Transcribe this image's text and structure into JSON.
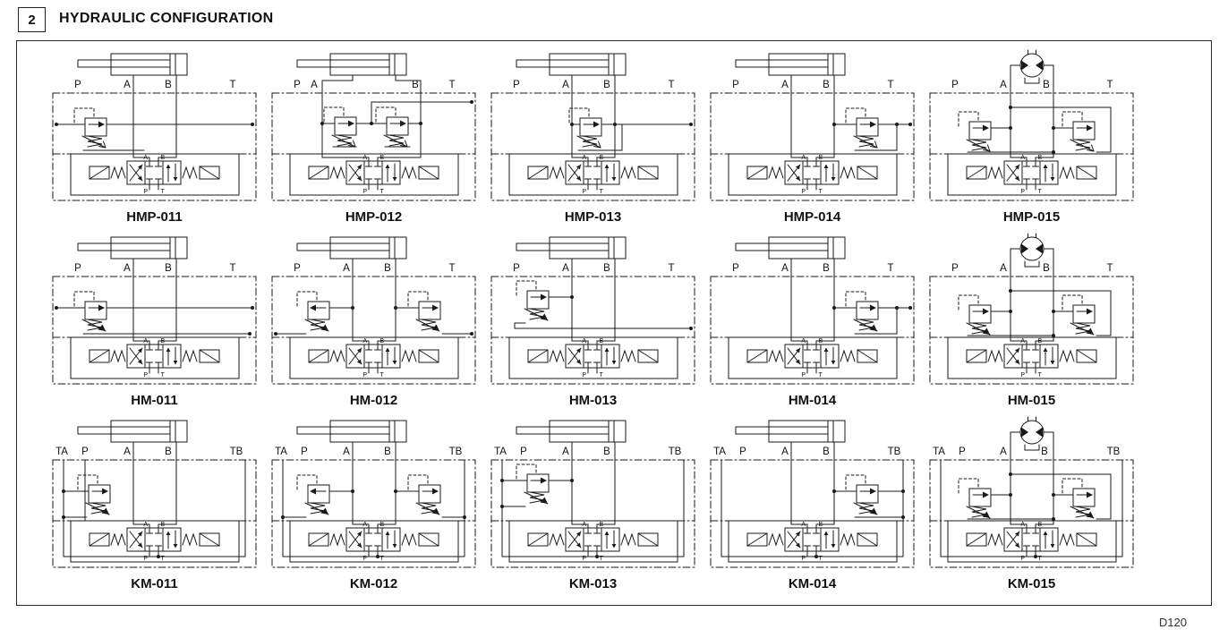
{
  "header": {
    "section_number": "2",
    "title": "HYDRAULIC CONFIGURATION"
  },
  "footer": {
    "doc_code": "D120"
  },
  "valve_port_labels": {
    "a": "A",
    "b": "B",
    "p": "P",
    "t": "T"
  },
  "grid": {
    "rows": [
      {
        "series": "HMP",
        "cells": [
          {
            "label": "HMP-011",
            "ports": [
              "P",
              "A",
              "B",
              "T"
            ],
            "actuator": "cylinder",
            "relief_valve_count": 1,
            "relief_layout": "left",
            "relief_arrow": "open"
          },
          {
            "label": "HMP-012",
            "ports": [
              "P",
              "A",
              "B",
              "T"
            ],
            "actuator": "cylinder",
            "relief_valve_count": 2,
            "relief_layout": "inside-pair",
            "relief_arrow": "open"
          },
          {
            "label": "HMP-013",
            "ports": [
              "P",
              "A",
              "B",
              "T"
            ],
            "actuator": "cylinder",
            "relief_valve_count": 1,
            "relief_layout": "center",
            "relief_arrow": "open"
          },
          {
            "label": "HMP-014",
            "ports": [
              "P",
              "A",
              "B",
              "T"
            ],
            "actuator": "cylinder",
            "relief_valve_count": 1,
            "relief_layout": "right",
            "relief_arrow": "open"
          },
          {
            "label": "HMP-015",
            "ports": [
              "P",
              "A",
              "B",
              "T"
            ],
            "actuator": "motor",
            "relief_valve_count": 2,
            "relief_layout": "cross-pair",
            "relief_arrow": "open"
          }
        ]
      },
      {
        "series": "HM",
        "cells": [
          {
            "label": "HM-011",
            "ports": [
              "P",
              "A",
              "B",
              "T"
            ],
            "actuator": "cylinder",
            "relief_valve_count": 1,
            "relief_layout": "left",
            "relief_arrow": "filled"
          },
          {
            "label": "HM-012",
            "ports": [
              "P",
              "A",
              "B",
              "T"
            ],
            "actuator": "cylinder",
            "relief_valve_count": 2,
            "relief_layout": "outside-pair",
            "relief_arrow": "filled"
          },
          {
            "label": "HM-013",
            "ports": [
              "P",
              "A",
              "B",
              "T"
            ],
            "actuator": "cylinder",
            "relief_valve_count": 1,
            "relief_layout": "left-a",
            "relief_arrow": "filled"
          },
          {
            "label": "HM-014",
            "ports": [
              "P",
              "A",
              "B",
              "T"
            ],
            "actuator": "cylinder",
            "relief_valve_count": 1,
            "relief_layout": "right",
            "relief_arrow": "filled"
          },
          {
            "label": "HM-015",
            "ports": [
              "P",
              "A",
              "B",
              "T"
            ],
            "actuator": "motor",
            "relief_valve_count": 2,
            "relief_layout": "cross-pair",
            "relief_arrow": "filled"
          }
        ]
      },
      {
        "series": "KM",
        "cells": [
          {
            "label": "KM-011",
            "ports": [
              "TA",
              "P",
              "A",
              "B",
              "TB"
            ],
            "actuator": "cylinder",
            "relief_valve_count": 1,
            "relief_layout": "left",
            "relief_arrow": "filled"
          },
          {
            "label": "KM-012",
            "ports": [
              "TA",
              "P",
              "A",
              "B",
              "TB"
            ],
            "actuator": "cylinder",
            "relief_valve_count": 2,
            "relief_layout": "outside-pair",
            "relief_arrow": "filled"
          },
          {
            "label": "KM-013",
            "ports": [
              "TA",
              "P",
              "A",
              "B",
              "TB"
            ],
            "actuator": "cylinder",
            "relief_valve_count": 1,
            "relief_layout": "left-a",
            "relief_arrow": "filled"
          },
          {
            "label": "KM-014",
            "ports": [
              "TA",
              "P",
              "A",
              "B",
              "TB"
            ],
            "actuator": "cylinder",
            "relief_valve_count": 1,
            "relief_layout": "right",
            "relief_arrow": "filled"
          },
          {
            "label": "KM-015",
            "ports": [
              "TA",
              "P",
              "A",
              "B",
              "TB"
            ],
            "actuator": "motor",
            "relief_valve_count": 2,
            "relief_layout": "cross-pair",
            "relief_arrow": "filled"
          }
        ]
      }
    ]
  }
}
